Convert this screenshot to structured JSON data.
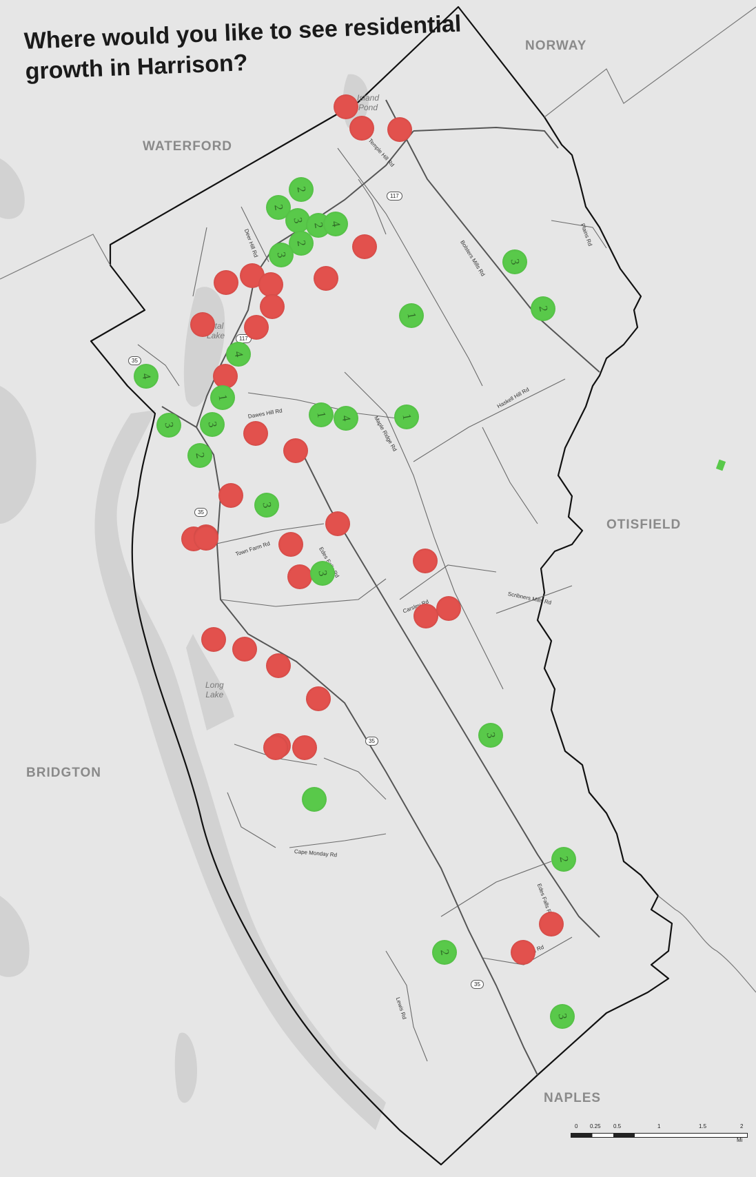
{
  "title": "Where would you like to see residential growth in Harrison?",
  "towns": {
    "norway": "NORWAY",
    "waterford": "WATERFORD",
    "otisfield": "OTISFIELD",
    "bridgton": "BRIDGTON",
    "naples": "NAPLES"
  },
  "water_labels": {
    "island_pond": "Island\nPond",
    "crystal_lake": "...tal\nLake",
    "long_lake": "Long\nLake"
  },
  "road_labels": {
    "temple_hill": "Temple Hill Rd",
    "deer_hill": "Deer Hill Rd",
    "bolsters_mills": "Bolsters Mills Rd",
    "plains": "Plains Rd",
    "dawes_hill": "Dawes Hill Rd",
    "maple_ridge": "Maple Ridge Rd",
    "haskell_hill": "Haskell Hill Rd",
    "town_farm": "Town Farm Rd",
    "edes_falls": "Edes Falls Rd",
    "carsley": "Carsley Rd",
    "scribners_mills": "Scribners Mills Rd",
    "cape_monday": "Cape Monday Rd",
    "edes_falls_south": "Edes Falls Rd",
    "fogg": "Fogg Rd",
    "lewis": "Lewis Rd"
  },
  "route_shields": {
    "r117_north": "117",
    "r117_lake": "117",
    "r35_north": "35",
    "r35_west": "35",
    "r35_mid": "35",
    "r35_south": "35"
  },
  "markers": {
    "red_count": 33,
    "green_count": 26,
    "green_labels": [
      "2",
      "2",
      "3",
      "2",
      "4",
      "2",
      "3",
      "3",
      "2",
      "1",
      "4",
      "4",
      "1",
      "1",
      "4",
      "1",
      "3",
      "3",
      "2",
      "3",
      "3",
      "3",
      "",
      "2",
      "2",
      "3"
    ]
  },
  "scale": {
    "ticks": [
      "0",
      "0.25",
      "0.5",
      "1",
      "1.5",
      "2"
    ],
    "unit": "Mi"
  },
  "colors": {
    "red_dot": "#e2514d",
    "green_dot": "#59c94a",
    "map_background": "#e6e6e6",
    "water": "#d0d0d0",
    "road": "#555555",
    "boundary": "#111111"
  }
}
